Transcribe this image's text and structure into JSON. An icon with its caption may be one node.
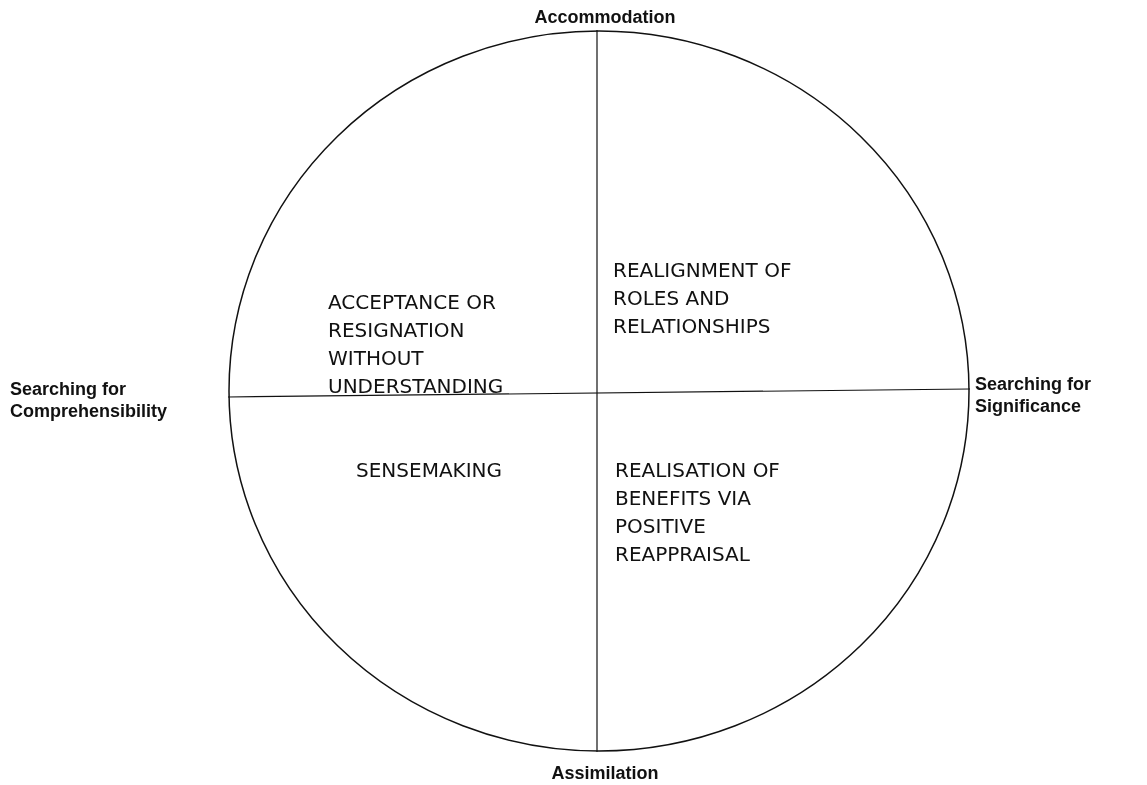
{
  "diagram": {
    "nodes": [
      {
        "text": [],
        "shape": "circle"
      },
      {
        "text": [
          "ACCEPTANCE OR RESIGNATION WITHOUT UNDERSTANDING"
        ],
        "in": 0
      },
      {
        "text": [
          "REALIGNMENT OF ROLES AND RELATIONSHIPS"
        ],
        "in": 0
      },
      {
        "text": [
          "SENSEMAKING"
        ],
        "in": 0
      },
      {
        "text": [
          "REALISATION OF BENEFITS VIA POSITIVE REAPPRAISAL"
        ],
        "in": 0
      }
    ],
    "edges": [],
    "labels": [
      "Accommodation",
      "Searching for Comprehensibility",
      "Searching for Significance",
      "Assimilation"
    ]
  }
}
